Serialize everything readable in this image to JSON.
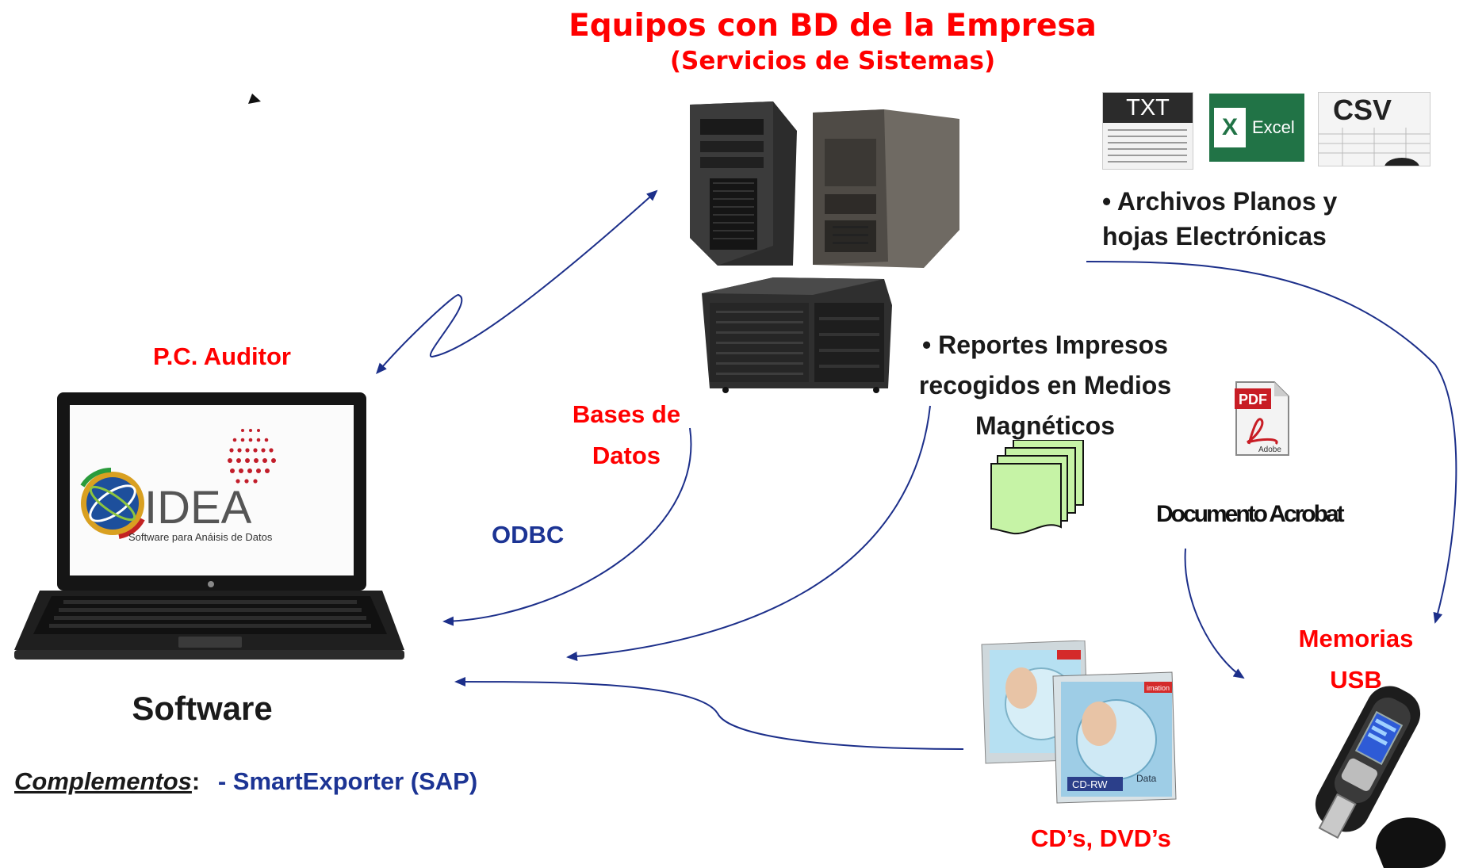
{
  "title": {
    "line1": "Equipos con BD de la Empresa",
    "line2": "(Servicios de Sistemas)"
  },
  "pc_label": "P.C. Auditor",
  "laptop": {
    "logo_text": "IDEA",
    "logo_subtitle": "Software para Anáisis de Datos"
  },
  "software_label": "Software",
  "complementos": {
    "label": "Complementos",
    "colon": ":",
    "value": "- SmartExporter (SAP)"
  },
  "bases_datos": {
    "line1": "Bases de",
    "line2": "Datos"
  },
  "odbc_label": "ODBC",
  "reportes": {
    "line1": "•  Reportes Impresos",
    "line2": "recogidos en Medios",
    "line3": "Magnéticos"
  },
  "archivos": {
    "line1": "• Archivos Planos  y",
    "line2": "hojas Electrónicas"
  },
  "file_icons": {
    "txt": "TXT",
    "excel": "Excel",
    "excel_mark": "X",
    "csv": "CSV",
    "pdf": "PDF",
    "adobe": "Adobe"
  },
  "acrobat_label": "Documento Acrobat",
  "memorias": {
    "line1": "Memorias",
    "line2": "USB"
  },
  "cds_label": "CD’s, DVD’s",
  "cd_labels": {
    "brand": "imation",
    "cdrw": "CD-RW",
    "data": "Data"
  },
  "colors": {
    "red": "#ff0000",
    "blue": "#1c3494",
    "arrow": "#1c2f8a"
  }
}
